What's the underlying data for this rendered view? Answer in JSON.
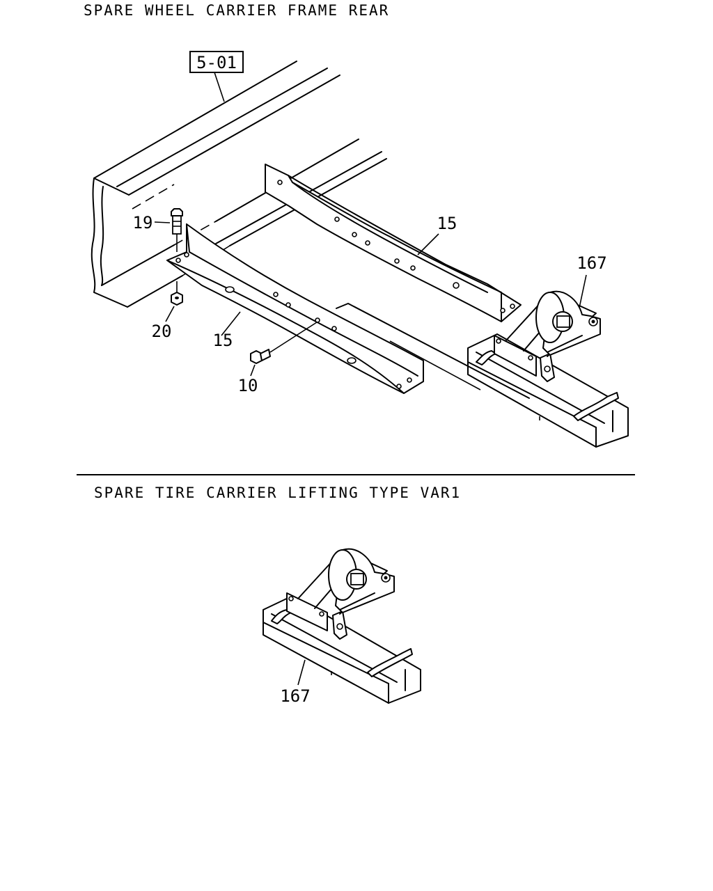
{
  "page": {
    "section1_title": "SPARE WHEEL CARRIER FRAME REAR",
    "section2_title": "SPARE TIRE CARRIER LIFTING TYPE VAR1",
    "ref_box": "5-01"
  },
  "callouts": {
    "bolt_19": "19",
    "nut_20": "20",
    "crossmember_upper": "15",
    "crossmember_lower": "15",
    "bolt_10": "10",
    "carrier_assembly": "167",
    "carrier_assembly_var1": "167"
  }
}
